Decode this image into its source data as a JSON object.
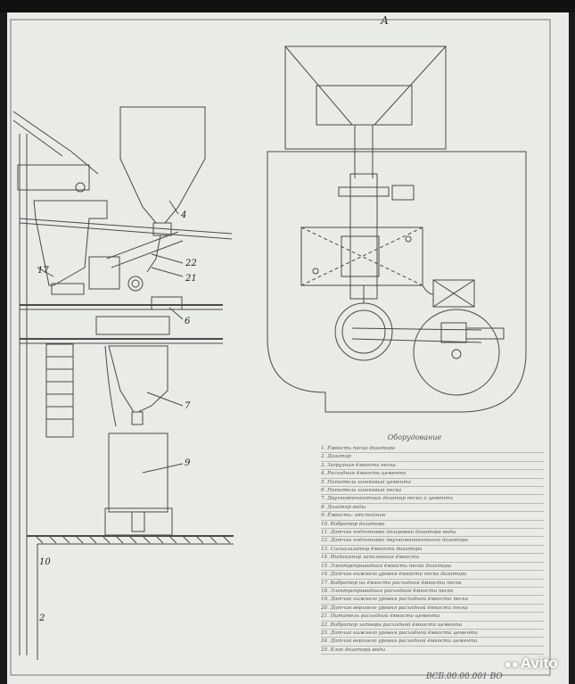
{
  "sheet": {
    "view_label": "А",
    "document_number": "ВСБ.00.00.001 ВО"
  },
  "callouts": {
    "n4": "4",
    "n22": "22",
    "n21": "21",
    "n6": "6",
    "n17": "17",
    "n7": "7",
    "n9": "9",
    "n10": "10",
    "n2": "2"
  },
  "legend": {
    "title": "Оборудование",
    "items": [
      "1. Ёмкость песка дозатора",
      "2. Дозатор",
      "3. Загрузная ёмкость песка",
      "4. Расходная ёмкость цемента",
      "5. Питатель шнековый цемента",
      "6. Питатель шнековый песка",
      "7. Двухкомпонентный дозатор песка и цемента",
      "8. Дозатор воды",
      "9. Ёмкость- отстойник",
      "10. Вибратор дозатора",
      "11. Датчик подготовки дозировки дозатора воды",
      "12. Датчик подготовки двухкомпонентного дозатора",
      "13. Сигнализатор ёмкости дозатора",
      "14. Индикатор заполнения ёмкости",
      "15. Электроприводная ёмкость песка дозатора",
      "16. Датчик нижнего уровня ёмкости песка дозатора",
      "17. Вибратор на ёмкости расходной ёмкости песка",
      "18. Электроприводная расходной ёмкости песка",
      "19. Датчик нижнего уровня расходной ёмкости песка",
      "20. Датчик верхнего уровня расходной ёмкости песка",
      "21. Питатель расходной ёмкости цемента",
      "22. Вибратор затвора расходной ёмкости цемента",
      "23. Датчик нижнего уровня расходной ёмкости цемента",
      "24. Датчик верхнего уровня расходной ёмкости цемента",
      "25. Блок дозатора воды"
    ]
  },
  "watermark": {
    "brand": "Avito"
  }
}
